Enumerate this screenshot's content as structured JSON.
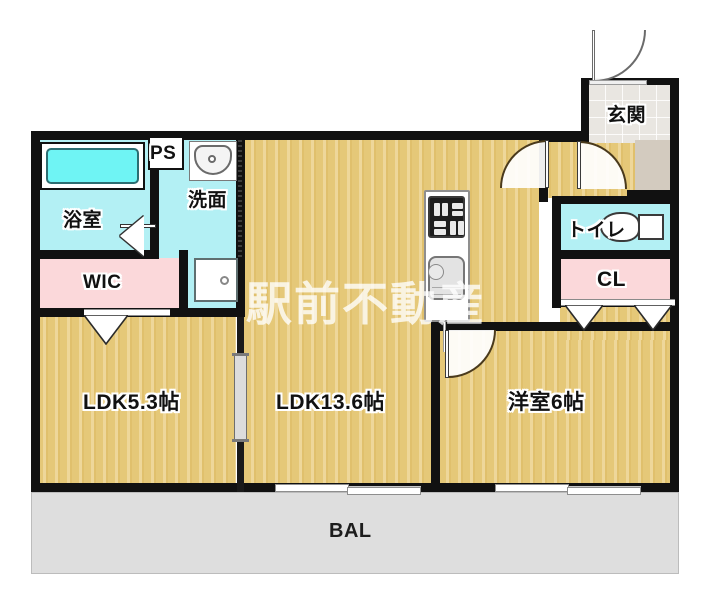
{
  "plan": {
    "type": "japanese-apartment-floor-plan",
    "watermark": "駅前不動産",
    "rooms": [
      {
        "id": "ldk-left",
        "label": "LDK5.3帖",
        "floor": "wood",
        "color": "#e5c878"
      },
      {
        "id": "ldk-main",
        "label": "LDK13.6帖",
        "floor": "wood",
        "color": "#e5c878"
      },
      {
        "id": "bedroom",
        "label": "洋室6帖",
        "floor": "wood",
        "color": "#e5c878"
      },
      {
        "id": "bathroom",
        "label": "浴室",
        "floor": "water",
        "color": "#b3f0f4"
      },
      {
        "id": "washroom",
        "label": "洗面",
        "floor": "water",
        "color": "#b3f0f4"
      },
      {
        "id": "toilet",
        "label": "トイレ",
        "floor": "water",
        "color": "#b3f0f4"
      },
      {
        "id": "wic",
        "label": "WIC",
        "floor": "closet",
        "color": "#fbd8da"
      },
      {
        "id": "cl",
        "label": "CL",
        "floor": "closet",
        "color": "#fbd8da"
      },
      {
        "id": "entrance",
        "label": "玄関",
        "floor": "tile",
        "color": "#e9e6e1"
      },
      {
        "id": "pipe",
        "label": "PS",
        "floor": "none",
        "color": "#ffffff"
      },
      {
        "id": "balcony",
        "label": "BAL",
        "floor": "concrete",
        "color": "#dedede"
      }
    ],
    "labels": {
      "ldk_left": "LDK5.3帖",
      "ldk_main": "LDK13.6帖",
      "bedroom": "洋室6帖",
      "bathroom": "浴室",
      "washroom": "洗面",
      "toilet": "トイレ",
      "wic": "WIC",
      "cl": "CL",
      "entrance": "玄関",
      "ps": "PS",
      "balcony": "BAL"
    },
    "fixtures": [
      {
        "name": "bathtub",
        "room": "bathroom"
      },
      {
        "name": "wash-basin",
        "room": "washroom"
      },
      {
        "name": "washing-machine-pan",
        "room": "washroom"
      },
      {
        "name": "kitchen-stove",
        "room": "ldk-main"
      },
      {
        "name": "kitchen-sink",
        "room": "ldk-main"
      },
      {
        "name": "toilet-bowl",
        "room": "toilet"
      }
    ],
    "colors": {
      "wall": "#111111",
      "wood_floor": "#e5c878",
      "water_room": "#b3f0f4",
      "closet": "#fbd8da",
      "tub": "#6ff4f4",
      "balcony": "#dedede",
      "entrance_tile": "#e9e6e1"
    }
  }
}
